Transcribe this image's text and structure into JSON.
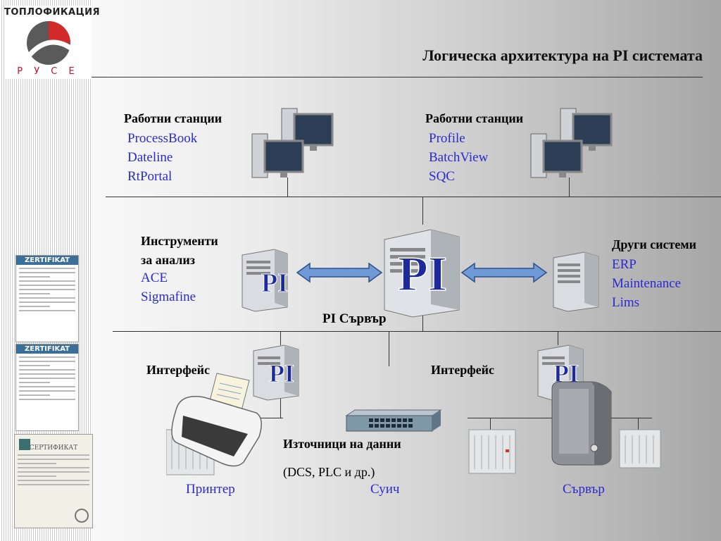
{
  "logo": {
    "top_text": "ТОПЛОФИКАЦИЯ",
    "bottom_text": "Р У С Е"
  },
  "certificates": [
    {
      "title": "ZERTIFIKAT"
    },
    {
      "title": "ZERTIFIKAT"
    },
    {
      "title": "СЕРТИФИКАТ"
    }
  ],
  "slide": {
    "title": "Логическа архитектура на PI системата"
  },
  "workstations_left": {
    "heading": "Работни станции",
    "items": [
      "ProcessBook",
      "Dateline",
      "RtPortal"
    ]
  },
  "workstations_right": {
    "heading": "Работни станции",
    "items": [
      "Profile",
      "BatchView",
      "SQC"
    ]
  },
  "analysis_tools": {
    "heading_line1": "Инструменти",
    "heading_line2": "за анализ",
    "items": [
      "ACE",
      "Sigmafine"
    ]
  },
  "other_systems": {
    "heading": "Други системи",
    "items": [
      "ERP",
      "Maintenance",
      "Lims"
    ]
  },
  "pi_server": {
    "logo": "PI",
    "label": "PI Сървър"
  },
  "interfaces": {
    "left_label": "Интерфейс",
    "right_label": "Интерфейс",
    "logo": "PI"
  },
  "data_sources": {
    "label": "Източници на данни",
    "detail": "(DCS, PLC и др.)"
  },
  "devices": {
    "printer": "Принтер",
    "switch": "Суич",
    "server": "Сървър"
  }
}
